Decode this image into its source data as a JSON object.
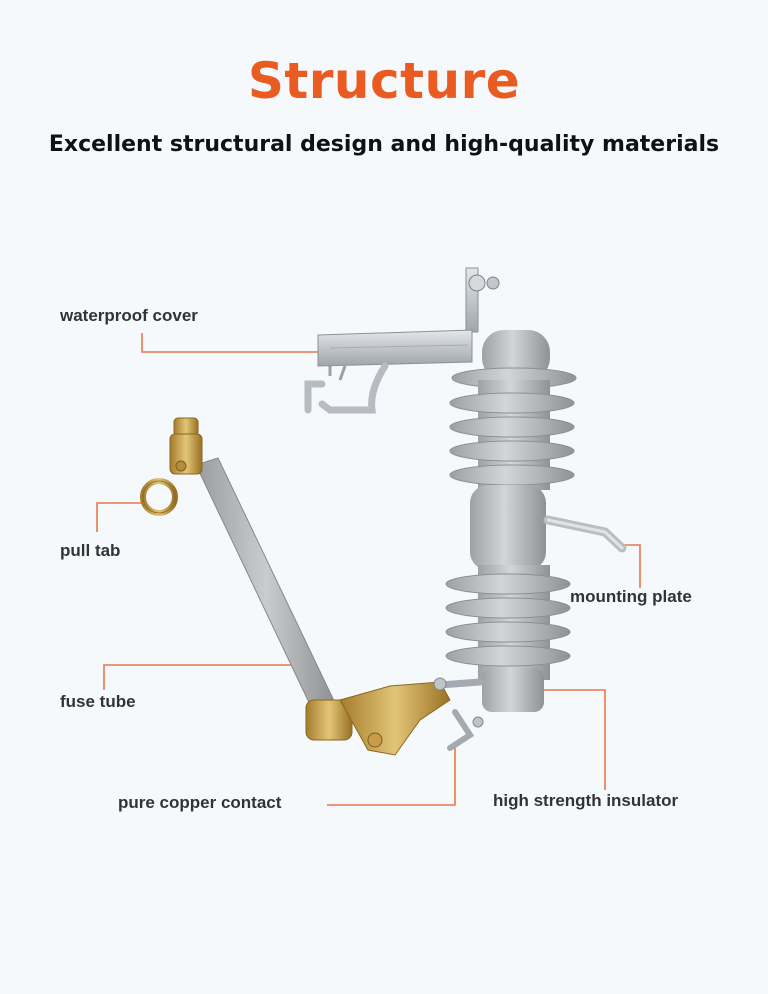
{
  "header": {
    "title": "Structure",
    "subtitle": "Excellent structural design and high-quality materials"
  },
  "labels": {
    "waterproof_cover": "waterproof cover",
    "pull_tab": "pull tab",
    "fuse_tube": "fuse tube",
    "pure_copper_contact": "pure copper contact",
    "mounting_plate": "mounting plate",
    "high_strength_insulator": "high strength insulator"
  },
  "colors": {
    "title": "#e95b21",
    "leader_line": "#e8794a",
    "porcelain": "#b3b5b6",
    "brass": "#c9a24a",
    "steel": "#c7ccd0"
  }
}
